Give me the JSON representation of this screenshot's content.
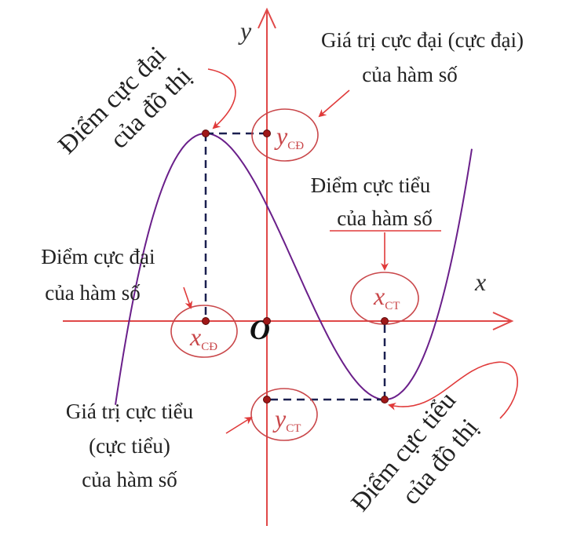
{
  "colors": {
    "axis": "#e04848",
    "curve": "#6a1f8a",
    "dashed": "#1b2050",
    "annotation": "#e03a3a",
    "point": "#a01818"
  },
  "axes": {
    "x_label": "x",
    "y_label": "y",
    "origin_label": "O"
  },
  "points": {
    "x_max": {
      "symbol": "x",
      "sub": "CĐ"
    },
    "y_max": {
      "symbol": "y",
      "sub": "CĐ"
    },
    "x_min": {
      "symbol": "x",
      "sub": "CT"
    },
    "y_min": {
      "symbol": "y",
      "sub": "CT"
    }
  },
  "annotations": {
    "graph_max_point": [
      "Điểm cực đại",
      "của đồ thị"
    ],
    "max_value": [
      "Giá trị cực đại (cực đại)",
      "của hàm số"
    ],
    "min_point_function": [
      "Điểm cực tiểu",
      "của hàm số"
    ],
    "max_point_function": [
      "Điểm cực đại",
      "của hàm số"
    ],
    "min_value": [
      "Giá trị cực tiểu",
      "(cực tiểu)",
      "của hàm số"
    ],
    "graph_min_point": [
      "Điểm cực tiểu",
      "của đồ thị"
    ]
  }
}
